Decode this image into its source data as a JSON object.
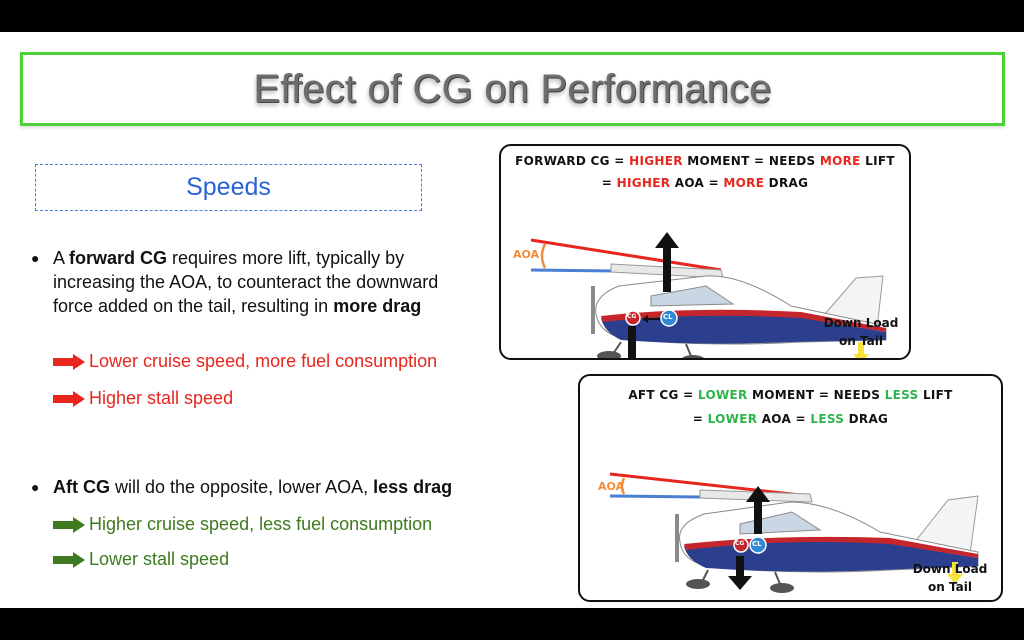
{
  "title": "Effect of CG on Performance",
  "section_heading": "Speeds",
  "bullet_forward": {
    "pre": "A ",
    "bold1": "forward CG",
    "mid": " requires more lift, typically by increasing the AOA, to counteract the downward force added on the tail, resulting in ",
    "bold2": "more drag"
  },
  "forward_results": [
    "Lower cruise speed, more fuel consumption",
    "Higher stall speed"
  ],
  "bullet_aft": {
    "bold1": "Aft CG",
    "mid": " will do the opposite, lower AOA, ",
    "bold2": "less drag"
  },
  "aft_results": [
    "Higher cruise speed, less fuel consumption",
    "Lower stall speed"
  ],
  "panel_forward": {
    "line1": [
      "FORWARD CG = ",
      "HIGHER",
      " MOMENT = NEEDS ",
      "MORE",
      " LIFT"
    ],
    "line2": [
      "= ",
      "HIGHER",
      " AOA = ",
      "MORE",
      " DRAG"
    ],
    "aoa": "AOA",
    "cg": "CG",
    "cl": "CL",
    "down_load": [
      "Down Load",
      "on Tail"
    ]
  },
  "panel_aft": {
    "line1": [
      "AFT CG = ",
      "LOWER",
      " MOMENT = NEEDS ",
      "LESS",
      " LIFT"
    ],
    "line2": [
      "= ",
      "LOWER",
      " AOA = ",
      "LESS",
      " DRAG"
    ],
    "aoa": "AOA",
    "cg": "CG",
    "cl": "CL",
    "down_load": [
      "Down Load",
      "on Tail"
    ]
  },
  "colors": {
    "title_border": "#4cd137",
    "speeds_text": "#2b62d6",
    "forward_result": "#e8261e",
    "aft_result": "#3e7a1f",
    "highlight_red": "#e8261e",
    "highlight_green": "#2fb34b",
    "aoa": "#f28c3a",
    "down_arrow": "#f7e13b",
    "fuselage_blue": "#2c3f8f",
    "fuselage_red": "#c4262b"
  },
  "icons": [
    "red-arrow-icon",
    "green-arrow-icon",
    "airplane-icon",
    "lift-arrow-icon",
    "weight-arrow-icon",
    "down-load-arrow-icon"
  ]
}
